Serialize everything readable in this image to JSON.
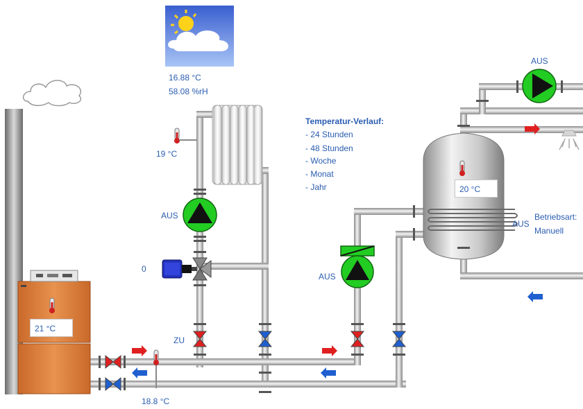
{
  "weather": {
    "icon": "sun-cloud-icon",
    "outdoor_temperature": "16.88 °C",
    "outdoor_humidity": "58.08 %rH"
  },
  "heating_circuit": {
    "flow_temperature": "19 °C",
    "pump_status": "AUS",
    "mixer_motor_value": "0",
    "valve_status": "ZU"
  },
  "boiler": {
    "temperature": "21 °C",
    "return_temperature": "18.8 °C"
  },
  "history": {
    "title": "Temperatur-Verlauf:",
    "items": [
      "- 24 Stunden",
      "- 48 Stunden",
      "- Woche",
      "- Monat",
      "- Jahr"
    ]
  },
  "tank": {
    "temperature": "20 °C",
    "coil_status": "AUS",
    "mode_label": "Betriebsart:",
    "mode_value": "Manuell"
  },
  "loading_pump": {
    "status": "AUS"
  },
  "circulation_pump": {
    "status": "AUS"
  },
  "colors": {
    "pipe": "#b5b5b5",
    "pump": "#22cc22",
    "boiler": "#d97a3a",
    "label": "#2a5db0",
    "arrow_hot": "#e02020",
    "arrow_cold": "#1f5fd0"
  }
}
